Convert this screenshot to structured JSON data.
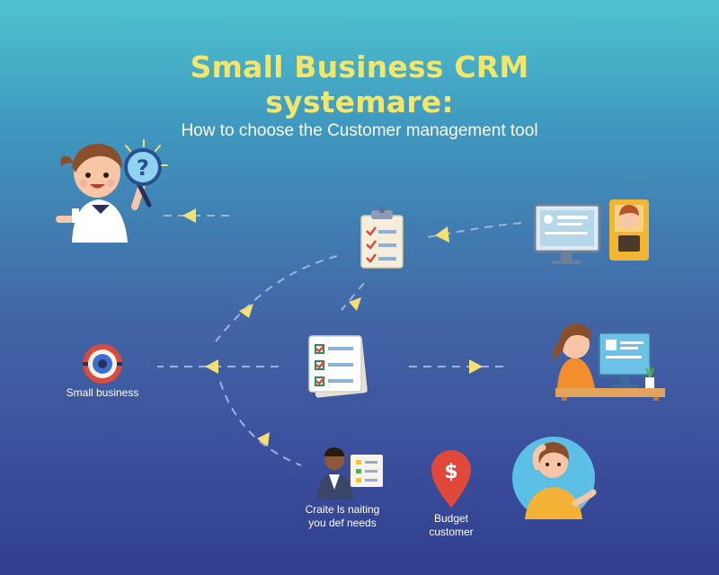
{
  "title": {
    "line1": "Small Business CRM",
    "line2": "systemare:"
  },
  "subtitle": "How to choose the Customer management tool",
  "nodes": {
    "small_business": "Small business",
    "needs_line1": "Craite ls naiting",
    "needs_line2": "you def needs",
    "budget_line1": "Budget",
    "budget_line2": "customer"
  },
  "colors": {
    "title": "#f4e66a",
    "arrow": "#f3df72",
    "dash": "#9fb3d9"
  },
  "icons": [
    "magnifier-question-icon",
    "checklist-icon",
    "computer-icon",
    "target-icon",
    "dollar-pin-icon",
    "thinking-person-icon"
  ]
}
